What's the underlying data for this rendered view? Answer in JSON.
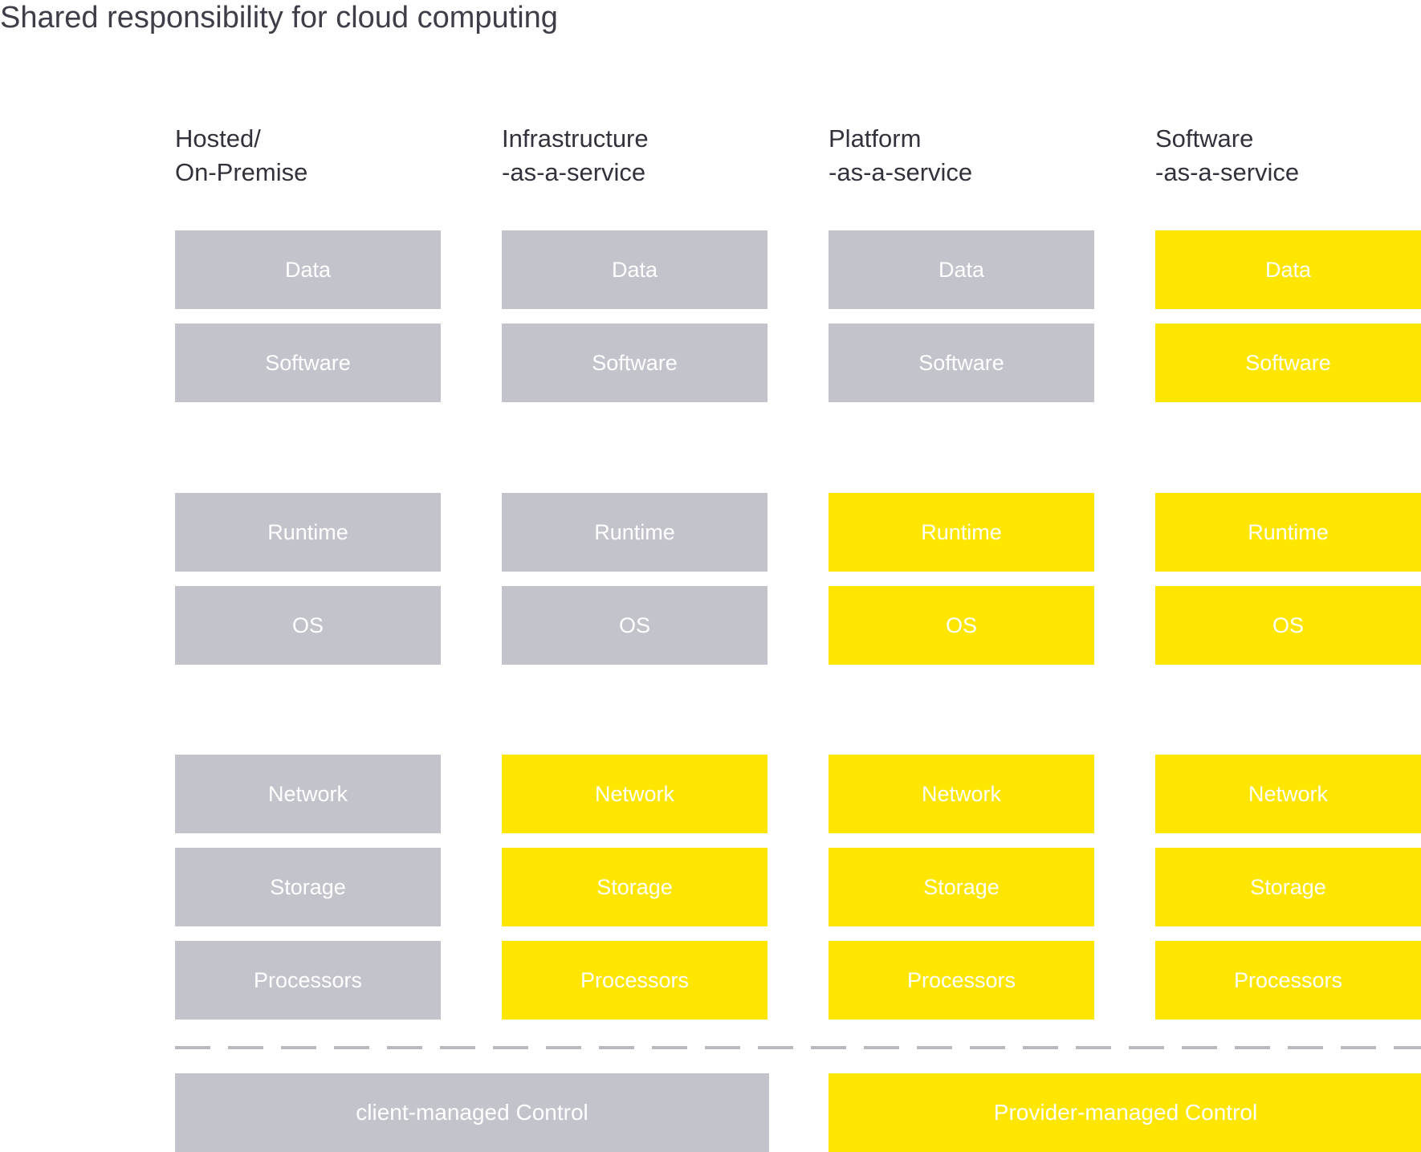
{
  "title": "Shared responsibility for cloud computing",
  "colors": {
    "client": "#c3c4cb",
    "provider": "#ffe600"
  },
  "columns": [
    {
      "line1": "Hosted/",
      "line2": "On-Premise",
      "cells": [
        "Data",
        "Software",
        "Runtime",
        "OS",
        "Network",
        "Storage",
        "Processors"
      ],
      "managed_by": [
        "client",
        "client",
        "client",
        "client",
        "client",
        "client",
        "client"
      ]
    },
    {
      "line1": "Infrastructure",
      "line2": "-as-a-service",
      "cells": [
        "Data",
        "Software",
        "Runtime",
        "OS",
        "Network",
        "Storage",
        "Processors"
      ],
      "managed_by": [
        "client",
        "client",
        "client",
        "client",
        "provider",
        "provider",
        "provider"
      ]
    },
    {
      "line1": "Platform",
      "line2": "-as-a-service",
      "cells": [
        "Data",
        "Software",
        "Runtime",
        "OS",
        "Network",
        "Storage",
        "Processors"
      ],
      "managed_by": [
        "client",
        "client",
        "provider",
        "provider",
        "provider",
        "provider",
        "provider"
      ]
    },
    {
      "line1": "Software",
      "line2": "-as-a-service",
      "cells": [
        "Data",
        "Software",
        "Runtime",
        "OS",
        "Network",
        "Storage",
        "Processors"
      ],
      "managed_by": [
        "provider",
        "provider",
        "provider",
        "provider",
        "provider",
        "provider",
        "provider"
      ]
    }
  ],
  "legend": {
    "client": "client-managed Control",
    "provider": "Provider-managed Control"
  }
}
